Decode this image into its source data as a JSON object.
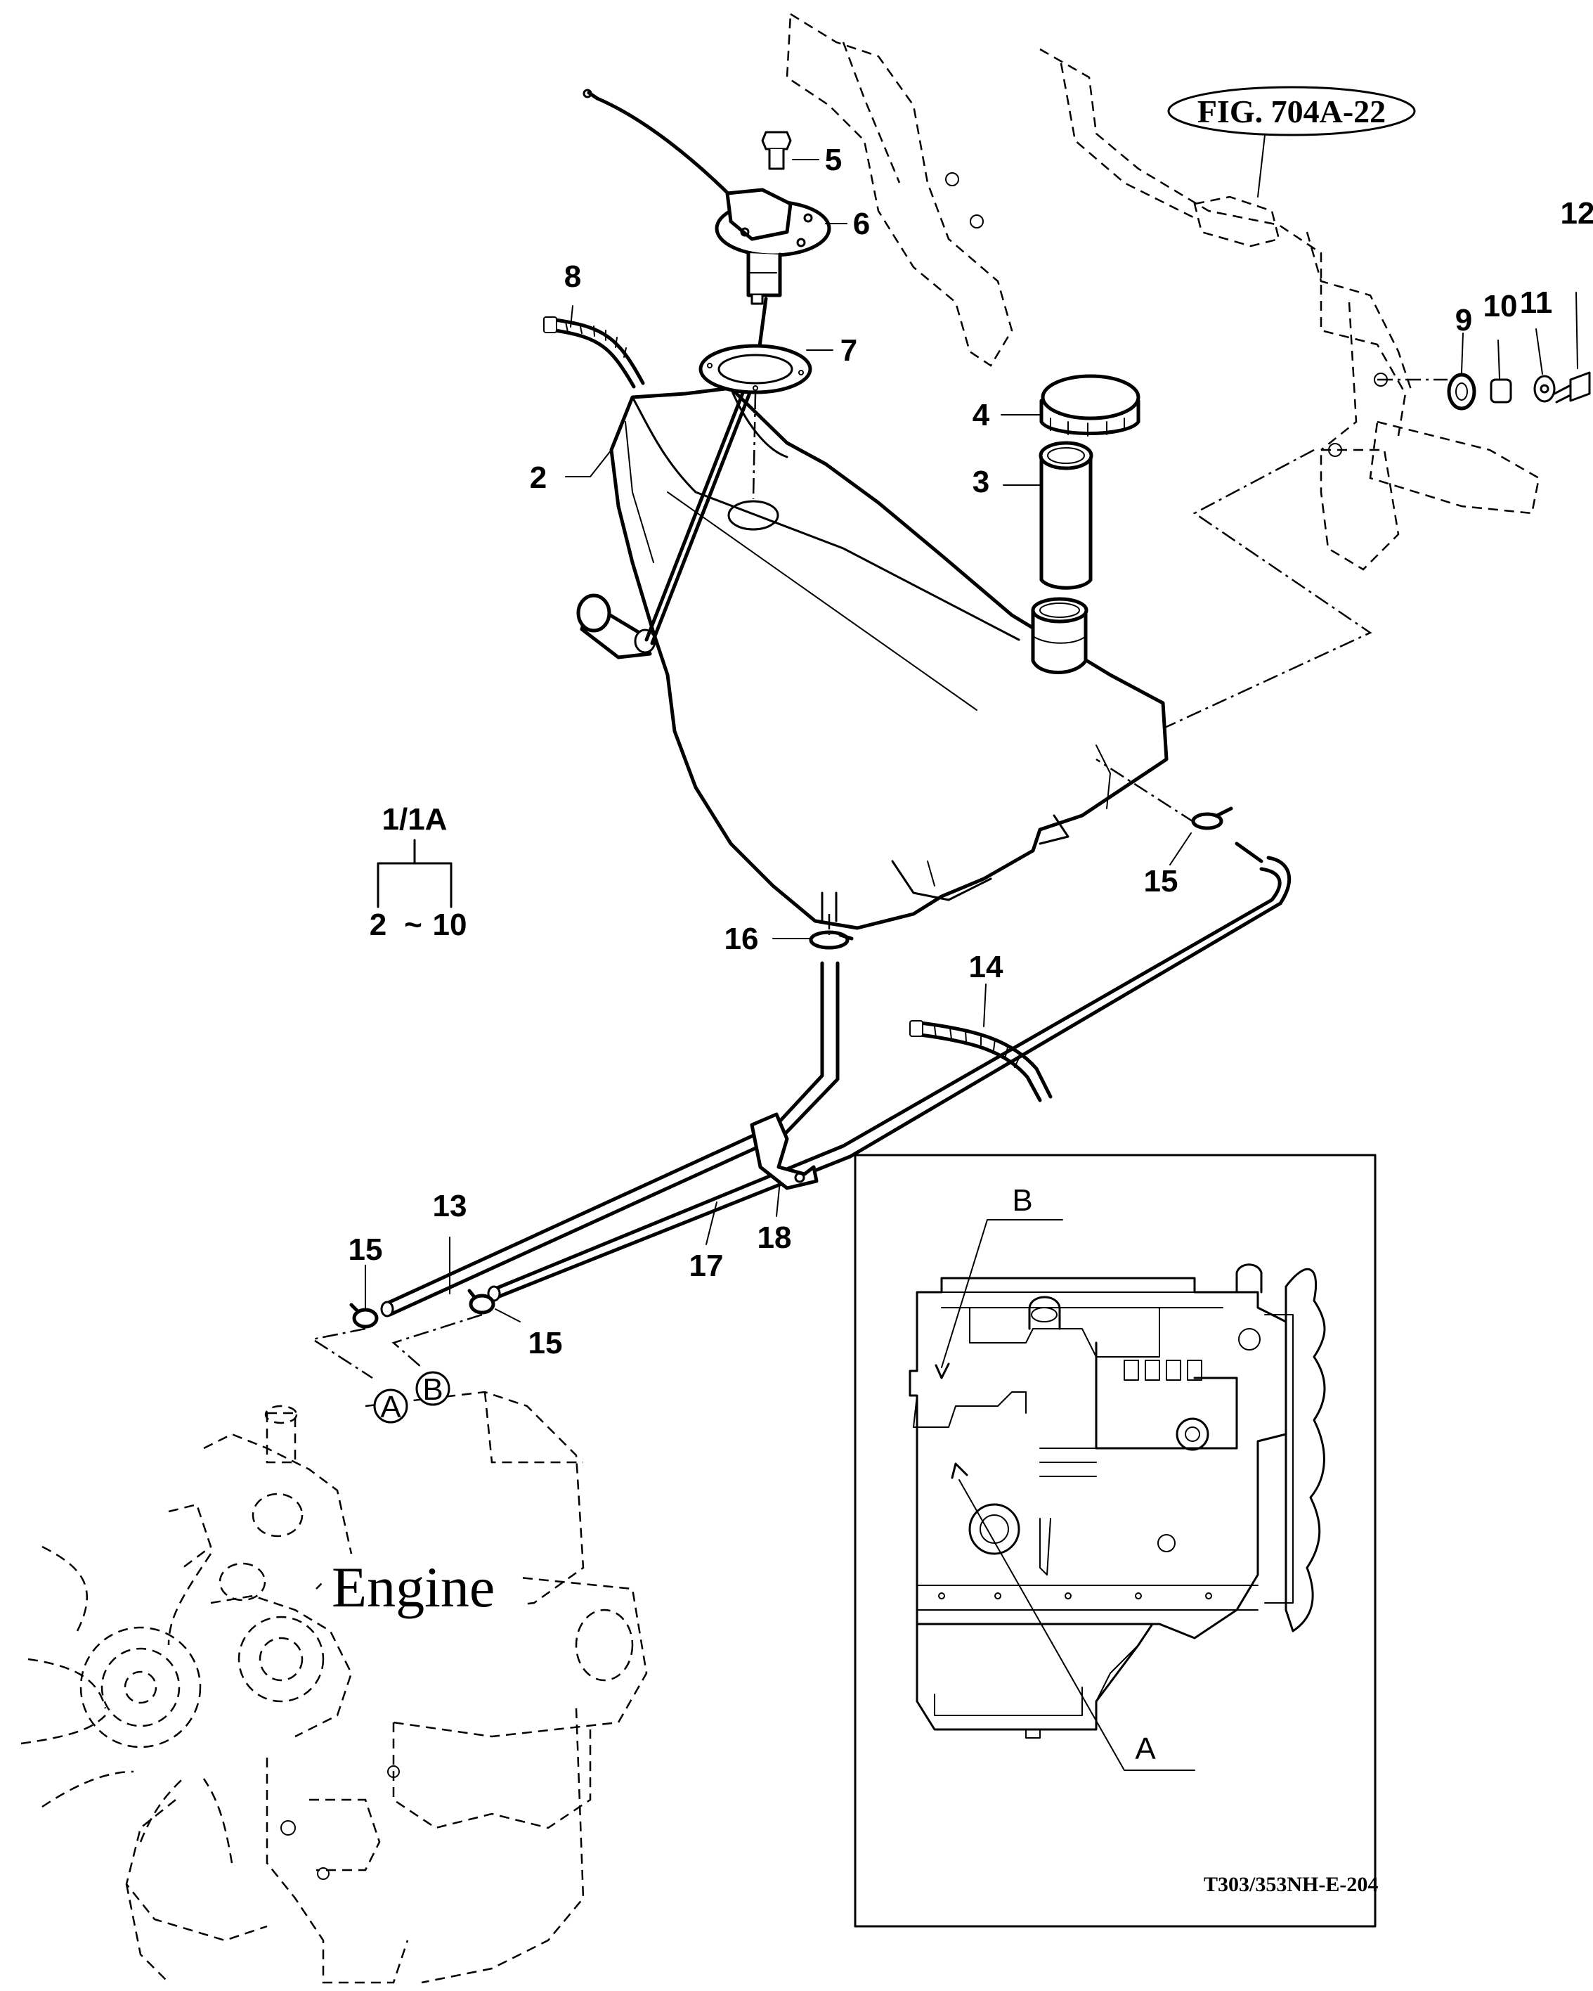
{
  "figure_reference": "FIG. 704A-22",
  "drawing_code": "T303/353NH-E-204",
  "engine_label": "Engine",
  "group": {
    "title": "1/1A",
    "range_start": "2",
    "range_separator": "~",
    "range_end": "10"
  },
  "callouts": {
    "p2": "2",
    "p3": "3",
    "p4": "4",
    "p5": "5",
    "p6": "6",
    "p7": "7",
    "p8": "8",
    "p9": "9",
    "p10": "10",
    "p11": "11",
    "p12": "12",
    "p13": "13",
    "p14": "14",
    "p15a": "15",
    "p15b": "15",
    "p15c": "15",
    "p16": "16",
    "p17": "17",
    "p18": "18"
  },
  "connection_points": {
    "a": "A",
    "b": "B"
  },
  "inset": {
    "label_a": "A",
    "label_b": "B"
  }
}
